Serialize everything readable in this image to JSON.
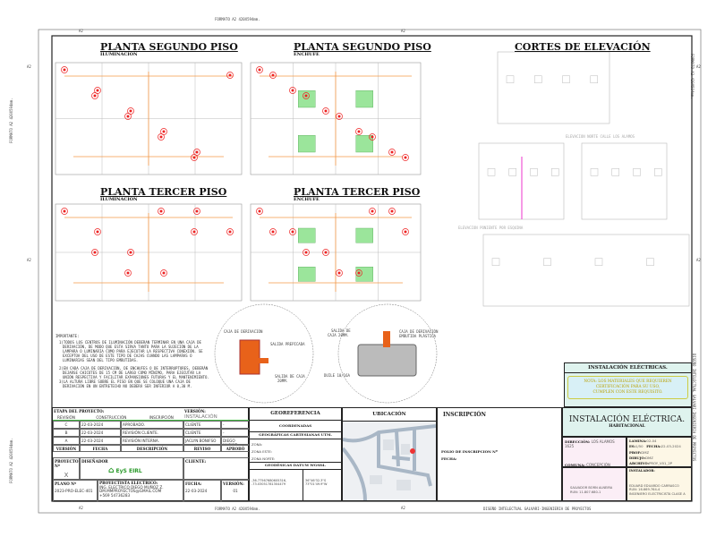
{
  "sheet": {
    "format": "FORMATO A2 420X594mm.",
    "sheet_marker": "A2",
    "designer_credit": "DISEÑO INTELECTUAL GALVARI-INGENIERIA DE PROYECTOS"
  },
  "views": {
    "plan_2_light": {
      "title": "PLANTA SEGUNDO PISO",
      "subtitle": "ILUMINACION"
    },
    "plan_2_socket": {
      "title": "PLANTA SEGUNDO PISO",
      "subtitle": "ENCHUFE"
    },
    "elevations": {
      "title": "CORTES DE ELEVACIÓN",
      "north": "ELEVACION NORTE CALLE LOS ALAMOS",
      "side": "ELEVACION PONIENTE POR ESQUINA"
    },
    "plan_3_light": {
      "title": "PLANTA TERCER PISO",
      "subtitle": "ILUMINACION"
    },
    "plan_3_socket": {
      "title": "PLANTA TERCER PISO",
      "subtitle": "ENCHUFE"
    }
  },
  "details": {
    "box1": {
      "l1": "CAJA DE DERIVACIÓN",
      "l2": "SALIDA PREPICADA",
      "l3": "SALIDA DE CAJA",
      "l4": "20MM."
    },
    "box2": {
      "l1": "SALIDA DE",
      "l2": "CAJA 20MM.",
      "l3": "CAJA DE DERIVACIÓN",
      "l4": "EMBUTIDA PLÁSTICA",
      "l5": "DUILE 10/16A"
    }
  },
  "notes": {
    "heading": "IMPORTANTE:",
    "n1": [
      "1)TODOS LOS CENTROS DE ILUMINACIÓN DEBERAN TERMINAR EN UNA CAJA DE",
      "DERIVACIÓN, DE MODO QUE ESTA SIRVA TANTO PARA LA SUJECIÓN DE LA",
      "LAMPARA O LUMINARIA COMO PARA EJECUTAR LA RESPECTIVA CONEXIÓN. SE",
      "EXCEPTÚA DEL USO DE ESTE TIPO DE CAJAS CUANDO LAS LAMPARAS O",
      "LUMINARIAS SEAN DEL TIPO EMBUTIDAS."
    ],
    "n2": [
      "2)EN CADA CAJA DE DERIVACIÓN, DE ENCHUFES O DE INTERRUPTORES, DEBERÁN",
      "DEJARSE CHICOTES DE 15 CM DE LARGO COMO MÍNIMO, PARA EJECUTAR LA",
      "UNIÓN RESPECTIVA Y FACILITAR EXPANSIONES FUTURAS Y EL MANTENIMIENTO."
    ],
    "n3": [
      "3)LA ALTURA LIBRE SOBRE EL PISO EN QUE SE COLOQUE UNA CAJA DE",
      "DERIVACIÓN EN UN ENTRETECHO NO DEBERÁ SER INFERIOR A 0,30 M."
    ]
  },
  "side_note": {
    "header": "INSTALACIÓN ELÉCTRICAS.",
    "l1": "NOTA: LOS MATERIALES QUE REQUIEREN",
    "l2": "CERTIFICACIÓN PARA SU USO,",
    "l3": "CUMPLEN CON ESTE REQUISITO."
  },
  "revisions": {
    "stage_label": "ETAPA DEL PROYECTO:",
    "stages": [
      "REVISIÓN",
      "CONSTRUCCIÓN",
      "INSCRIPCIÓN"
    ],
    "version_label": "VERSIÓN:",
    "version_value": "INSTALACIÓN ELÉCTRICAS",
    "rows": [
      [
        "C",
        "22-03-2024",
        "APROBADO.",
        "CLIENTE",
        "-"
      ],
      [
        "B",
        "22-03-2024",
        "REVISIÓN CLIENTE.",
        "CLIENTE",
        "-"
      ],
      [
        "A",
        "22-03-2024",
        "REVISIÓN INTERNA.",
        "JACLYN BONIFSO",
        "DIEGO MUÑOZ"
      ]
    ],
    "headers": [
      "VERSIÓN",
      "FECHA",
      "DESCRIPCIÓN",
      "REVISO",
      "APROBÓ"
    ]
  },
  "project": {
    "projector_label": "PROYECTOR Nº",
    "projector_value": "X",
    "designer_label": "DISEÑADOR",
    "client_label": "CLIENTE:",
    "logo_text": "EyS EIRL",
    "plan_label": "PLANO Nº",
    "plan_value": "2023-PRO-ELEC-401",
    "elec_label": "PROYECTISTA ELÉCTRICO:",
    "elec_lines": [
      "ING. ELECTRICO DIEGO MUÑOZ Z.",
      "DM.MMPROYECTOS@GMAIL.COM",
      "+569 54736283"
    ],
    "date_label": "FECHA:",
    "date_value": "22-03-2024",
    "version_label": "VERSIÓN:",
    "version_value": "01"
  },
  "georef": {
    "header": "GEOREFERENCIA",
    "coords": "COORDENADAS",
    "utm": "GEOGRÁFICAS CARTESIANAS UTM.",
    "zona": "ZONA:",
    "este": "ZONA ESTE:",
    "norte": "ZONA NORTE:",
    "datum": "GEODÉSICAS DATUM WGS84.",
    "dec": [
      "-36.77567680605316,",
      "-73.03051781304479"
    ],
    "dms": [
      "36°46'32.3\"S",
      "73°01'49.9\"W"
    ]
  },
  "location": {
    "header": "UBICACIÓN"
  },
  "inscription": {
    "header": "INSCRIPCIÓN",
    "folio": "FOLIO DE INSCRIPCION Nº",
    "fecha": "FECHA:"
  },
  "title_block": {
    "title": "INSTALACIÓN ELÉCTRICA.",
    "subtitle": "HABITACIONAL",
    "direccion_label": "DIRECCIÓN:",
    "direccion": "LOS ALAMOS 1625",
    "comuna_label": "COMUNA:",
    "comuna": "CONCEPCIÓN",
    "lamina_label": "LAMINA:",
    "lamina": "02-04",
    "es_label": "ES:",
    "es": "1/50",
    "fecha_label": "FECHA:",
    "fecha": "22-03-2024",
    "prof_label": "PROF:",
    "prof": "DMZ",
    "dibujo_label": "DIBUJO:",
    "dibujo": "DMZ",
    "archivo_label": "ARCHIVO:",
    "archivo": "PROY_V01_2P",
    "owner": [
      "SALVADOR BORN ALNEIRA",
      "RUN: 11.807.680-1"
    ],
    "installer_label": "INSTALADOR:",
    "installer": [
      "EDUARD EDUARDO CARRASCO",
      "RUN: 16.669.764-4",
      "INGENIERO ELECTRICISTA CLASE A"
    ]
  }
}
